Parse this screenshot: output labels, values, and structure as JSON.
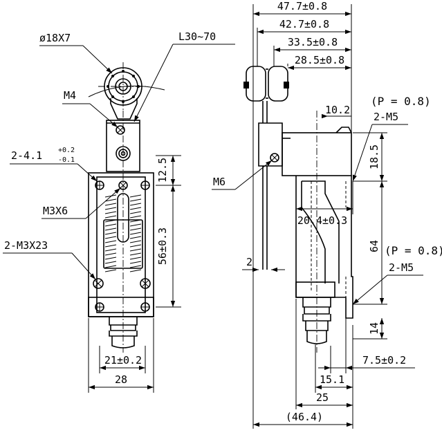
{
  "front_view": {
    "roller": "ø18X7",
    "lever_length": "L30~70",
    "lever_screw": "M4",
    "mount_hole": "2-4.1",
    "mount_hole_tol_upper": "+0.2",
    "mount_hole_tol_lower": "-0.1",
    "lever_offset": "12.5",
    "cover_screw": "M3X6",
    "hole_pitch": "56±0.3",
    "body_screws": "2-M3X23",
    "inner_width": "21±0.2",
    "body_width": "28"
  },
  "side_view": {
    "dims_top": [
      "47.7±0.8",
      "42.7±0.8",
      "33.5±0.8",
      "28.5±0.8"
    ],
    "upper_thread_pitch": "(P = 0.8)",
    "upper_thread": "2-M5",
    "upper_offset": "10.2",
    "upper_height": "18.5",
    "lever_bolt": "M6",
    "head_width": "20.4±0.3",
    "thread_spacing": "64",
    "lower_thread_pitch": "(P = 0.8)",
    "lower_thread": "2-M5",
    "rod_width": "2",
    "boot_height": "14",
    "boot_offset": "7.5±0.2",
    "base_dim": "15.1",
    "base_width": "25",
    "overall_width": "(46.4)"
  }
}
